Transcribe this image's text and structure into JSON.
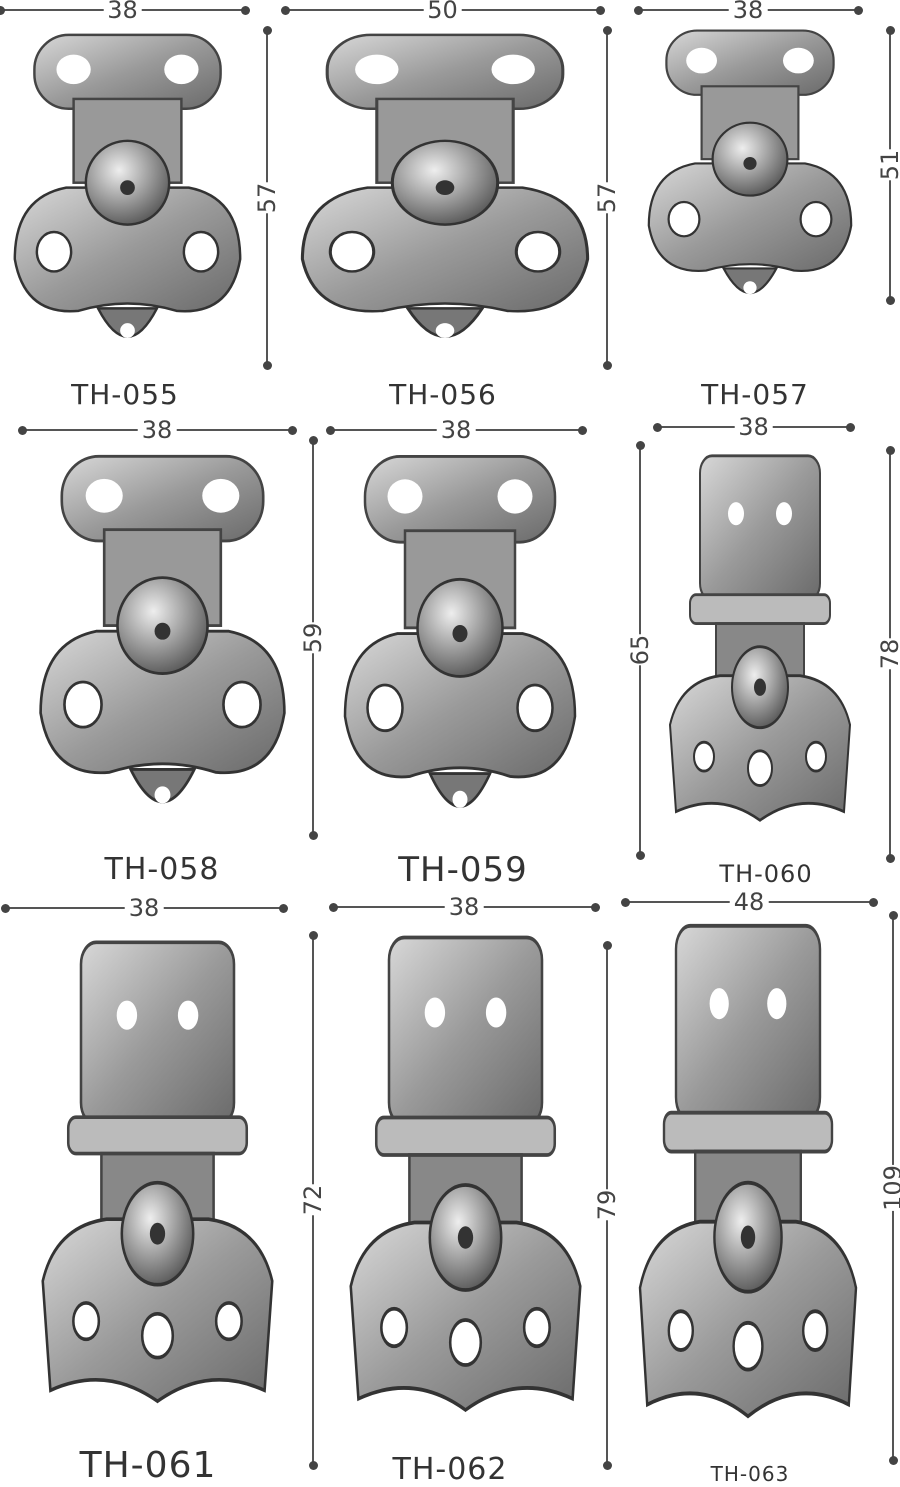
{
  "items": [
    {
      "model": "TH-055",
      "width": "38",
      "height": "57"
    },
    {
      "model": "TH-056",
      "width": "50",
      "height": "57"
    },
    {
      "model": "TH-057",
      "width": "38",
      "height": "51"
    },
    {
      "model": "TH-058",
      "width": "38",
      "height": "59"
    },
    {
      "model": "TH-059",
      "width": "38",
      "height": "65"
    },
    {
      "model": "TH-060",
      "width": "38",
      "height": "78"
    },
    {
      "model": "TH-061",
      "width": "38",
      "height": "72"
    },
    {
      "model": "TH-062",
      "width": "38",
      "height": "79"
    },
    {
      "model": "TH-063",
      "width": "48",
      "height": "109"
    }
  ]
}
